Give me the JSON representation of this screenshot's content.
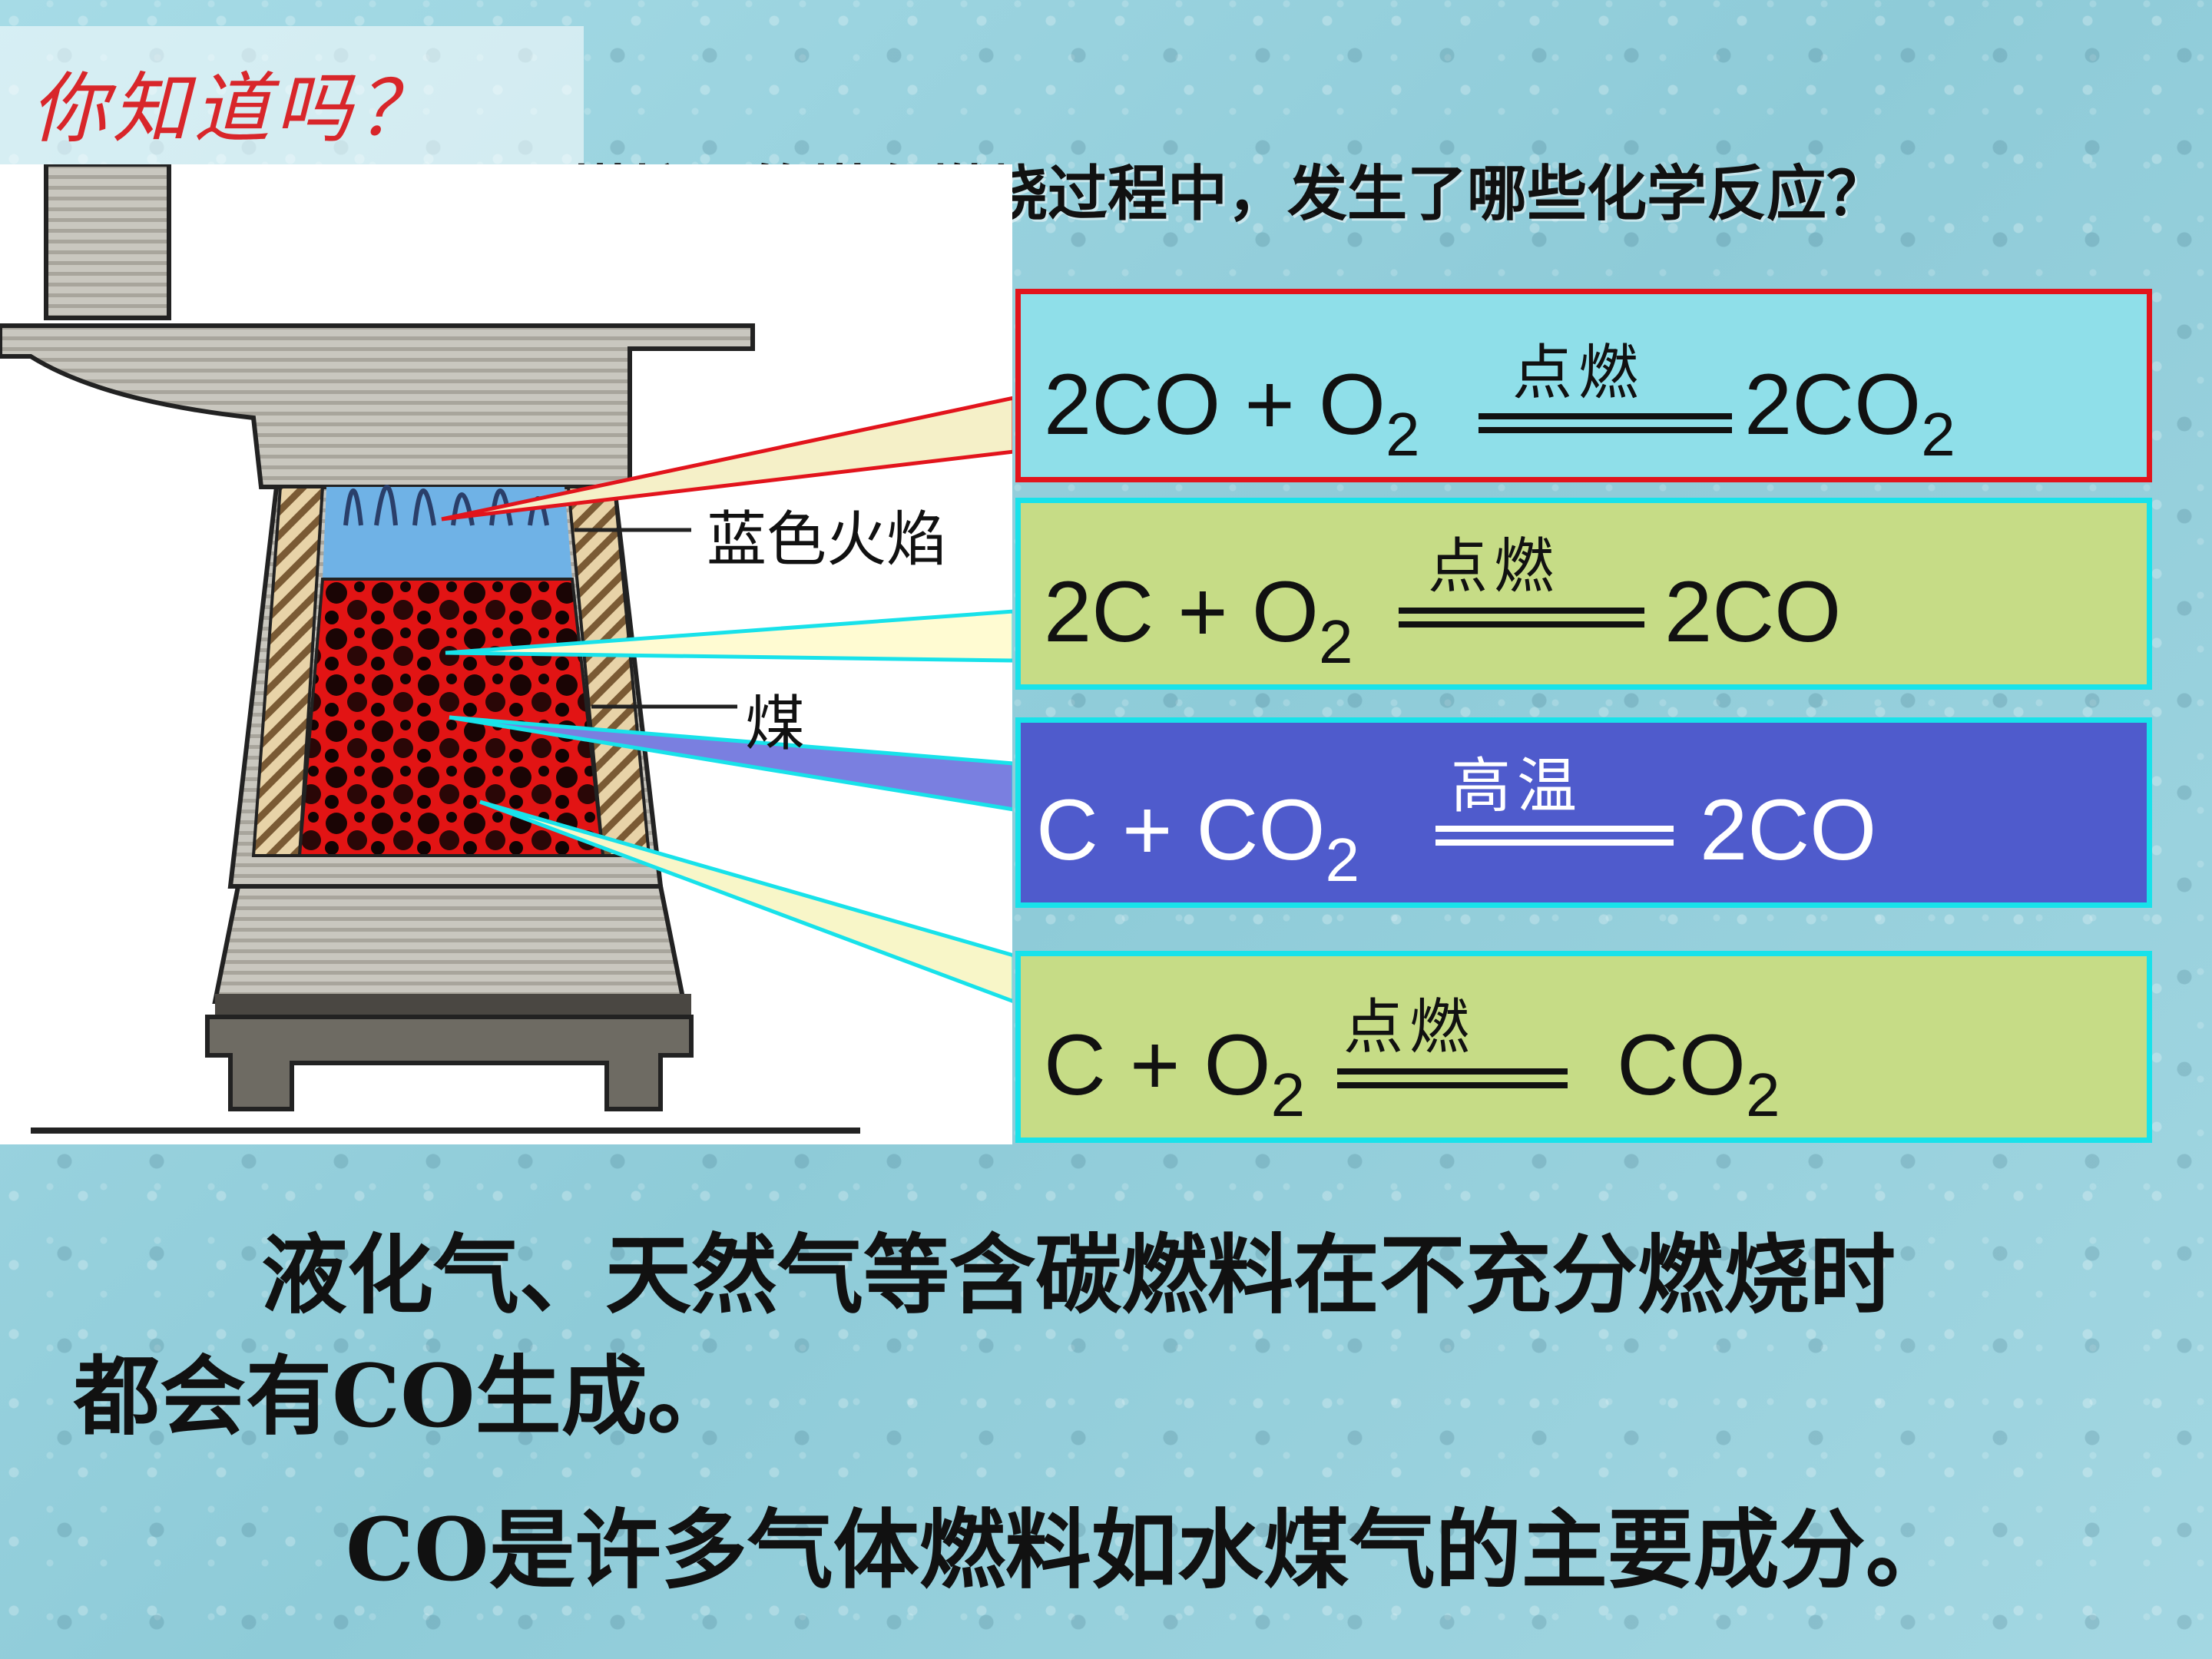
{
  "header": {
    "tagline": "你知道吗？",
    "question": "煤炉里的煤在燃烧过程中，发生了哪些化学反应？"
  },
  "diagram": {
    "labels": {
      "flame": "蓝色火焰",
      "coal": "煤"
    }
  },
  "equations": [
    {
      "id": "eq1",
      "lhs": "2CO + O",
      "lhs_sub": "2",
      "condition": "点燃",
      "rhs": "2CO",
      "rhs_sub": "2",
      "border_color": "#e2141c",
      "fill": "#8fdfe9"
    },
    {
      "id": "eq2",
      "lhs": "2C + O",
      "lhs_sub": "2",
      "condition": "点燃",
      "rhs": "2CO",
      "rhs_sub": "",
      "border_color": "#18e2ea",
      "fill": "#c6dc86"
    },
    {
      "id": "eq3",
      "lhs": "C +  CO",
      "lhs_sub": "2",
      "condition": "高温",
      "rhs": "2CO",
      "rhs_sub": "",
      "border_color": "#18e2ea",
      "fill": "#4f5bcc"
    },
    {
      "id": "eq4",
      "lhs": "C + O",
      "lhs_sub": "2",
      "condition": "点燃",
      "rhs": "CO",
      "rhs_sub": "2",
      "border_color": "#18e2ea",
      "fill": "#c6dc86"
    }
  ],
  "body": {
    "para1_line1": "液化气、天然气等含碳燃料在不充分燃烧时",
    "para1_line2": "都会有CO生成。",
    "para2": "CO是许多气体燃料如水煤气的主要成分。"
  }
}
